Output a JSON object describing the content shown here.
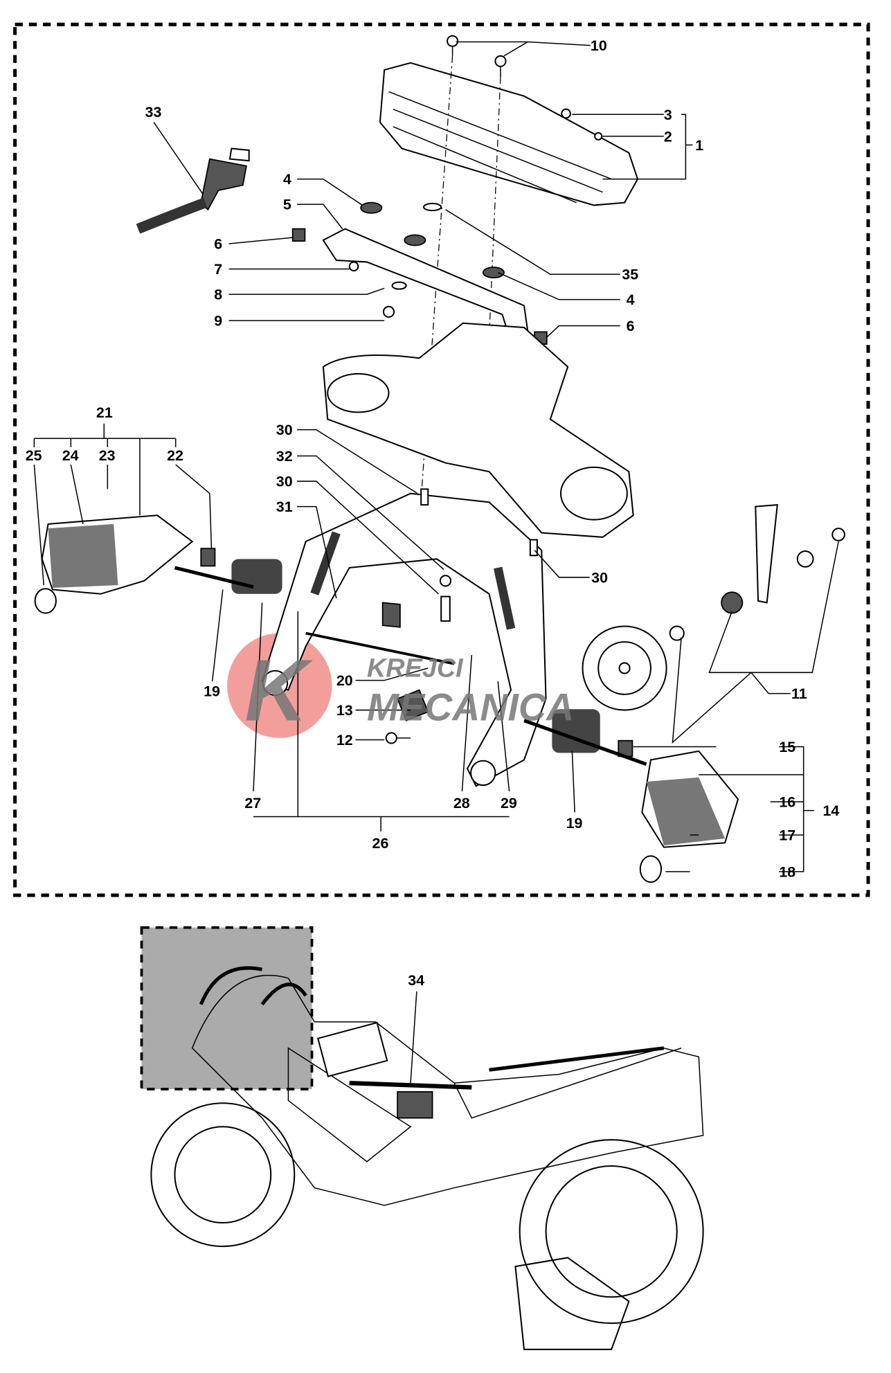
{
  "diagram": {
    "callouts": {
      "c10": "10",
      "c33": "33",
      "c3": "3",
      "c2": "2",
      "c1": "1",
      "c4a": "4",
      "c5": "5",
      "c6a": "6",
      "c35": "35",
      "c7": "7",
      "c4b": "4",
      "c8": "8",
      "c9": "9",
      "c6b": "6",
      "c21": "21",
      "c25": "25",
      "c24": "24",
      "c23": "23",
      "c22": "22",
      "c30a": "30",
      "c32": "32",
      "c30b": "30",
      "c31": "31",
      "c30c": "30",
      "c19a": "19",
      "c11": "11",
      "c20": "20",
      "c13": "13",
      "c12": "12",
      "c15": "15",
      "c16": "16",
      "c14": "14",
      "c27": "27",
      "c28": "28",
      "c29": "29",
      "c19b": "19",
      "c17": "17",
      "c26": "26",
      "c18": "18",
      "c34": "34"
    },
    "watermark": {
      "line1": "KREJCI",
      "line2": "MECANICA",
      "logo_letter": "K",
      "logo_color": "#e8504a"
    }
  }
}
